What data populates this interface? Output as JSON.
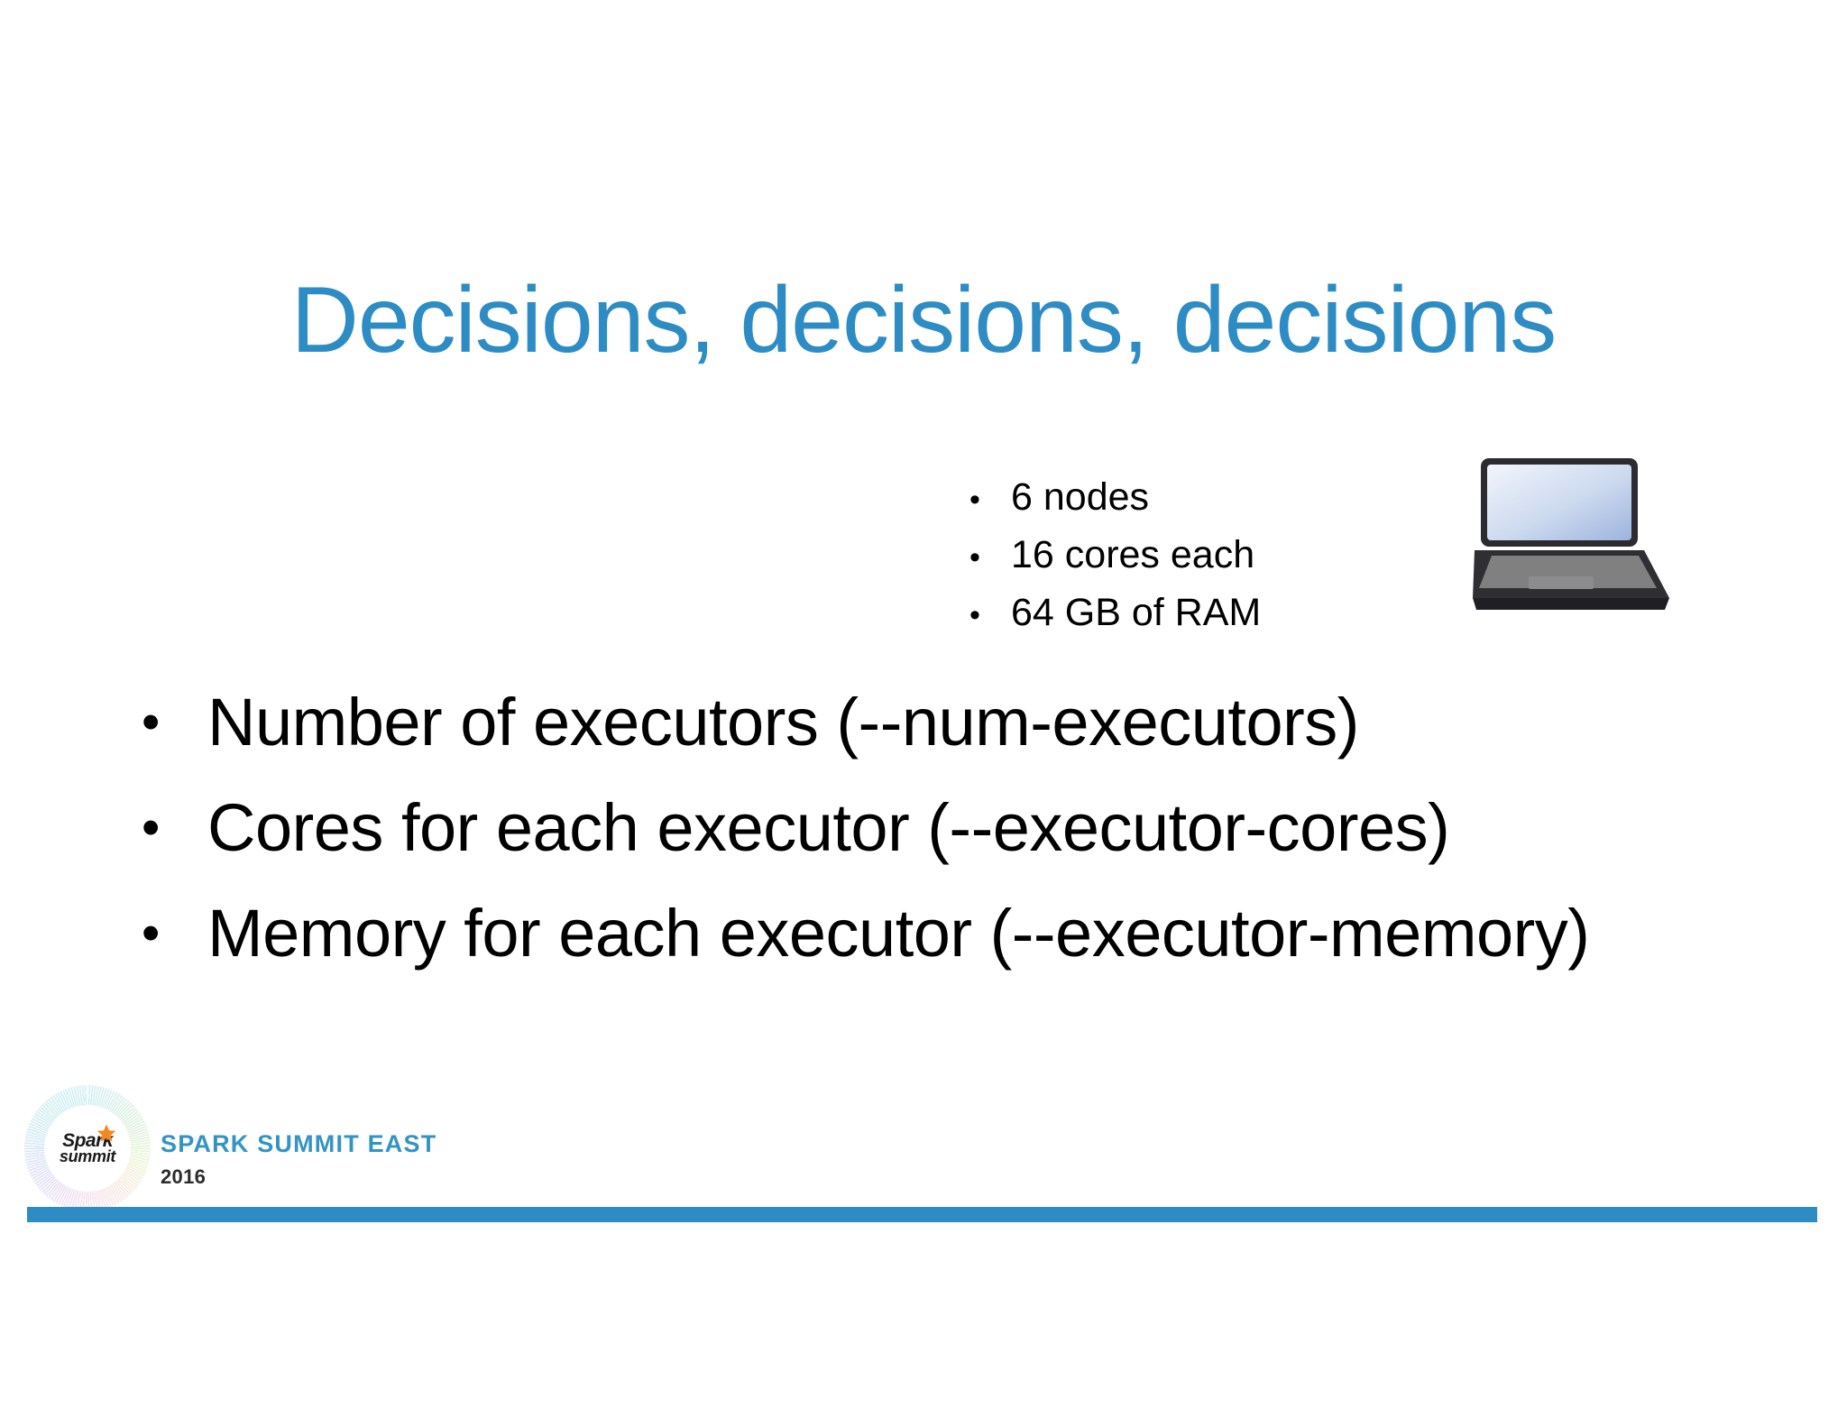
{
  "slide": {
    "title": "Decisions, decisions, decisions",
    "title_color": "#2e8cc4",
    "background_color": "#ffffff"
  },
  "cluster_specs": {
    "bullet_glyph": "•",
    "items": [
      {
        "text": "6 nodes"
      },
      {
        "text": "16 cores each"
      },
      {
        "text": "64 GB of RAM"
      }
    ]
  },
  "laptop_icon": {
    "name": "laptop-icon",
    "body_color": "#2b2b30",
    "screen_gradient_start": "#eef2fb",
    "screen_gradient_end": "#9fb6de",
    "keyboard_color": "#808080",
    "trackpad_color": "#8c8c8c"
  },
  "main_points": {
    "bullet_glyph": "•",
    "items": [
      {
        "text": "Number of executors (--num-executors)"
      },
      {
        "text": "Cores for each executor (--executor-cores)"
      },
      {
        "text": "Memory for each executor (--executor-memory)"
      }
    ]
  },
  "footer": {
    "logo": {
      "word_top": "Spark",
      "word_bottom": "summit",
      "star_color": "#f5871f"
    },
    "event_name": "SPARK SUMMIT EAST",
    "event_year": "2016",
    "event_name_color": "#3394c4",
    "bar_color": "#2e8cc4"
  }
}
